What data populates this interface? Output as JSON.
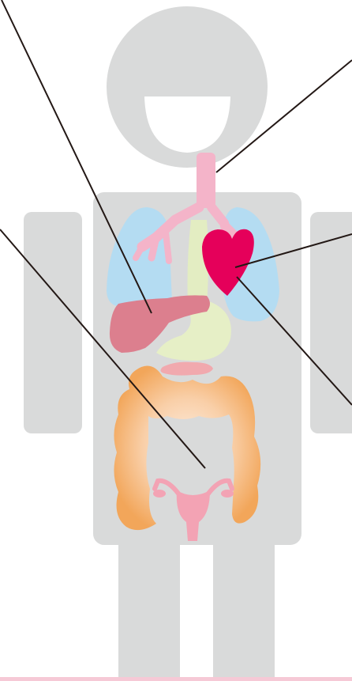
{
  "diagram": {
    "figure": "human-body-organs",
    "colors": {
      "body": "#d9dada",
      "trachea": "#f4b4c9",
      "lungs": "#b4dcf2",
      "heart": "#e5005a",
      "liver": "#dc7f8e",
      "stomach": "#e6efc6",
      "esophagus": "#e3edc2",
      "pancreas": "#f1a9ae",
      "colon": "#f2a65a",
      "colon_light": "#fbe2cf",
      "uterus": "#f3a3b4",
      "leader_line": "#231815",
      "bottom_border": "#f6c9d6"
    },
    "organs": [
      "trachea",
      "lungs",
      "heart",
      "liver",
      "stomach",
      "pancreas",
      "colon",
      "uterus"
    ],
    "leader_lines": [
      {
        "organ": "liver"
      },
      {
        "organ": "trachea"
      },
      {
        "organ": "heart"
      },
      {
        "organ": "heart"
      },
      {
        "organ": "uterus"
      }
    ]
  }
}
